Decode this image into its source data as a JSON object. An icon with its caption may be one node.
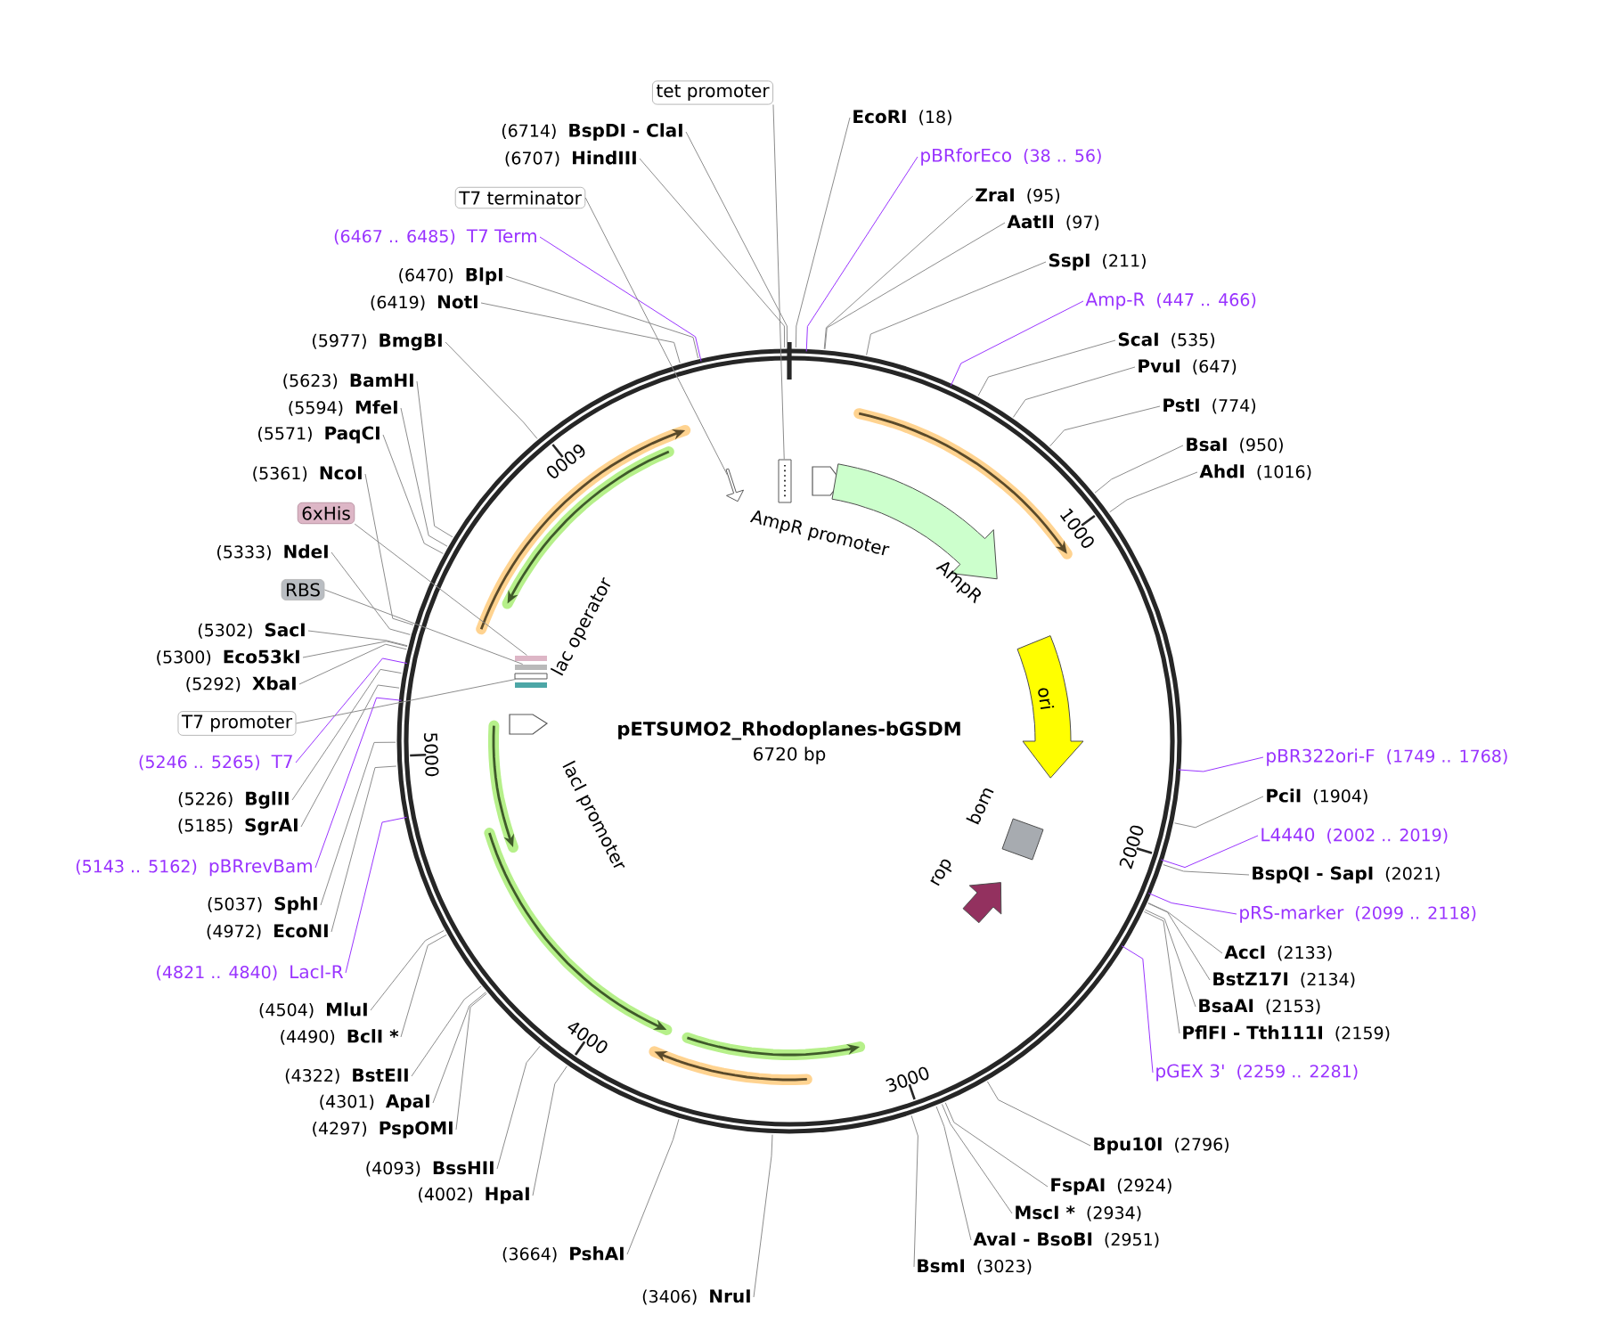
{
  "diagram": {
    "title": "pETSUMO2_Rhodoplanes-bGSDM",
    "caption": "6720 bp",
    "nodes": [
      {
        "text": [
          "tet promoter"
        ]
      },
      {
        "text": [
          "EcoRI",
          "(18)"
        ]
      },
      {
        "text": [
          "pBRforEco",
          "(38 .. 56)"
        ]
      },
      {
        "text": [
          "ZraI",
          "(95)"
        ]
      },
      {
        "text": [
          "AatII",
          "(97)"
        ]
      },
      {
        "text": [
          "SspI",
          "(211)"
        ]
      },
      {
        "text": [
          "Amp-R",
          "(447 .. 466)"
        ]
      },
      {
        "text": [
          "ScaI",
          "(535)"
        ]
      },
      {
        "text": [
          "PvuI",
          "(647)"
        ]
      },
      {
        "text": [
          "PstI",
          "(774)"
        ]
      },
      {
        "text": [
          "BsaI",
          "(950)"
        ]
      },
      {
        "text": [
          "AhdI",
          "(1016)"
        ]
      },
      {
        "text": [
          "pBR322ori-F",
          "(1749 .. 1768)"
        ]
      },
      {
        "text": [
          "PciI",
          "(1904)"
        ]
      },
      {
        "text": [
          "L4440",
          "(2002 .. 2019)"
        ]
      },
      {
        "text": [
          "BspQI - SapI",
          "(2021)"
        ]
      },
      {
        "text": [
          "pRS-marker",
          "(2099 .. 2118)"
        ]
      },
      {
        "text": [
          "AccI",
          "(2133)"
        ]
      },
      {
        "text": [
          "BstZ17I",
          "(2134)"
        ]
      },
      {
        "text": [
          "BsaAI",
          "(2153)"
        ]
      },
      {
        "text": [
          "PflFI - Tth111I",
          "(2159)"
        ]
      },
      {
        "text": [
          "pGEX 3'",
          "(2259 .. 2281)"
        ]
      },
      {
        "text": [
          "Bpu10I",
          "(2796)"
        ]
      },
      {
        "text": [
          "FspAI",
          "(2924)"
        ]
      },
      {
        "text": [
          "MscI *",
          "(2934)"
        ]
      },
      {
        "text": [
          "AvaI - BsoBI",
          "(2951)"
        ]
      },
      {
        "text": [
          "BsmI",
          "(3023)"
        ]
      },
      {
        "text": [
          "(3406)",
          "NruI"
        ]
      },
      {
        "text": [
          "(3664)",
          "PshAI"
        ]
      },
      {
        "text": [
          "(4002)",
          "HpaI"
        ]
      },
      {
        "text": [
          "(4093)",
          "BssHII"
        ]
      },
      {
        "text": [
          "(4297)",
          "PspOMI"
        ]
      },
      {
        "text": [
          "(4301)",
          "ApaI"
        ]
      },
      {
        "text": [
          "(4322)",
          "BstEII"
        ]
      },
      {
        "text": [
          "(4490)",
          "BclI *"
        ]
      },
      {
        "text": [
          "(4504)",
          "MluI"
        ]
      },
      {
        "text": [
          "(4821 .. 4840)",
          "LacI-R"
        ]
      },
      {
        "text": [
          "(4972)",
          "EcoNI"
        ]
      },
      {
        "text": [
          "(5037)",
          "SphI"
        ]
      },
      {
        "text": [
          "(5143 .. 5162)",
          "pBRrevBam"
        ]
      },
      {
        "text": [
          "(5185)",
          "SgrAI"
        ]
      },
      {
        "text": [
          "(5226)",
          "BglII"
        ]
      },
      {
        "text": [
          "(5246 .. 5265)",
          "T7"
        ]
      },
      {
        "text": [
          "T7 promoter"
        ]
      },
      {
        "text": [
          "(5292)",
          "XbaI"
        ]
      },
      {
        "text": [
          "(5300)",
          "Eco53kI"
        ]
      },
      {
        "text": [
          "(5302)",
          "SacI"
        ]
      },
      {
        "text": [
          "RBS"
        ]
      },
      {
        "text": [
          "(5333)",
          "NdeI"
        ]
      },
      {
        "text": [
          "6xHis"
        ]
      },
      {
        "text": [
          "(5361)",
          "NcoI"
        ]
      },
      {
        "text": [
          "(5571)",
          "PaqCI"
        ]
      },
      {
        "text": [
          "(5594)",
          "MfeI"
        ]
      },
      {
        "text": [
          "(5623)",
          "BamHI"
        ]
      },
      {
        "text": [
          "(5977)",
          "BmgBI"
        ]
      },
      {
        "text": [
          "(6419)",
          "NotI"
        ]
      },
      {
        "text": [
          "(6470)",
          "BlpI"
        ]
      },
      {
        "text": [
          "(6467 .. 6485)",
          "T7 Term"
        ]
      },
      {
        "text": [
          "T7 terminator"
        ]
      },
      {
        "text": [
          "(6707)",
          "HindIII"
        ]
      },
      {
        "text": [
          "(6714)",
          "BspDI - ClaI"
        ]
      },
      {
        "text": [],
        "shape": "circle"
      },
      {
        "text": [
          "AmpR promoter"
        ],
        "in": 61
      },
      {
        "text": [
          "AmpR"
        ],
        "in": 61
      },
      {
        "text": [
          "ori"
        ],
        "in": 61
      },
      {
        "text": [
          "bom"
        ],
        "in": 61
      },
      {
        "text": [
          "rop"
        ],
        "in": 61
      },
      {
        "text": [
          "lac operator"
        ],
        "in": 61
      },
      {
        "text": [
          "lacI promoter"
        ],
        "in": 61
      },
      {
        "text": [],
        "shape": "arrow",
        "in": 61
      },
      {
        "text": [],
        "shape": "box",
        "in": 61
      },
      {
        "text": [],
        "shape": "bar",
        "in": 61
      },
      {
        "text": [],
        "shape": "bar",
        "in": 61
      },
      {
        "text": [],
        "shape": "bar",
        "in": 61
      }
    ],
    "edges": [
      {
        "from": 0,
        "to": 70,
        "arrow": "none"
      },
      {
        "from": 1,
        "to": 61,
        "arrow": "none"
      },
      {
        "from": 2,
        "to": 61,
        "arrow": "none",
        "color": "#9933ff"
      },
      {
        "from": 3,
        "to": 61,
        "arrow": "none"
      },
      {
        "from": 4,
        "to": 61,
        "arrow": "none"
      },
      {
        "from": 5,
        "to": 61,
        "arrow": "none"
      },
      {
        "from": 6,
        "to": 61,
        "arrow": "none",
        "color": "#9933ff"
      },
      {
        "from": 7,
        "to": 61,
        "arrow": "none"
      },
      {
        "from": 8,
        "to": 61,
        "arrow": "none"
      },
      {
        "from": 9,
        "to": 61,
        "arrow": "none"
      },
      {
        "from": 10,
        "to": 61,
        "arrow": "none"
      },
      {
        "from": 11,
        "to": 61,
        "arrow": "none"
      },
      {
        "from": 12,
        "to": 61,
        "arrow": "none",
        "color": "#9933ff"
      },
      {
        "from": 13,
        "to": 61,
        "arrow": "none"
      },
      {
        "from": 14,
        "to": 61,
        "arrow": "none",
        "color": "#9933ff"
      },
      {
        "from": 15,
        "to": 61,
        "arrow": "none"
      },
      {
        "from": 16,
        "to": 61,
        "arrow": "none",
        "color": "#9933ff"
      },
      {
        "from": 17,
        "to": 61,
        "arrow": "none"
      },
      {
        "from": 18,
        "to": 61,
        "arrow": "none"
      },
      {
        "from": 19,
        "to": 61,
        "arrow": "none"
      },
      {
        "from": 20,
        "to": 61,
        "arrow": "none"
      },
      {
        "from": 21,
        "to": 61,
        "arrow": "none",
        "color": "#9933ff"
      },
      {
        "from": 22,
        "to": 61,
        "arrow": "none"
      },
      {
        "from": 23,
        "to": 61,
        "arrow": "none"
      },
      {
        "from": 24,
        "to": 61,
        "arrow": "none"
      },
      {
        "from": 25,
        "to": 61,
        "arrow": "none"
      },
      {
        "from": 26,
        "to": 61,
        "arrow": "none"
      },
      {
        "from": 27,
        "to": 61,
        "arrow": "none"
      },
      {
        "from": 28,
        "to": 61,
        "arrow": "none"
      },
      {
        "from": 29,
        "to": 61,
        "arrow": "none"
      },
      {
        "from": 30,
        "to": 61,
        "arrow": "none"
      },
      {
        "from": 31,
        "to": 61,
        "arrow": "none"
      },
      {
        "from": 32,
        "to": 61,
        "arrow": "none"
      },
      {
        "from": 33,
        "to": 61,
        "arrow": "none"
      },
      {
        "from": 34,
        "to": 61,
        "arrow": "none"
      },
      {
        "from": 35,
        "to": 61,
        "arrow": "none"
      },
      {
        "from": 36,
        "to": 61,
        "arrow": "none",
        "color": "#9933ff"
      },
      {
        "from": 37,
        "to": 61,
        "arrow": "none"
      },
      {
        "from": 38,
        "to": 61,
        "arrow": "none"
      },
      {
        "from": 39,
        "to": 61,
        "arrow": "none",
        "color": "#9933ff"
      },
      {
        "from": 40,
        "to": 61,
        "arrow": "none"
      },
      {
        "from": 41,
        "to": 61,
        "arrow": "none"
      },
      {
        "from": 42,
        "to": 61,
        "arrow": "none",
        "color": "#9933ff"
      },
      {
        "from": 43,
        "to": 73,
        "arrow": "none"
      },
      {
        "from": 44,
        "to": 61,
        "arrow": "none"
      },
      {
        "from": 45,
        "to": 61,
        "arrow": "none"
      },
      {
        "from": 46,
        "to": 61,
        "arrow": "none"
      },
      {
        "from": 47,
        "to": 72,
        "arrow": "none"
      },
      {
        "from": 48,
        "to": 61,
        "arrow": "none"
      },
      {
        "from": 49,
        "to": 71,
        "arrow": "none"
      },
      {
        "from": 50,
        "to": 61,
        "arrow": "none"
      },
      {
        "from": 51,
        "to": 61,
        "arrow": "none"
      },
      {
        "from": 52,
        "to": 61,
        "arrow": "none"
      },
      {
        "from": 53,
        "to": 61,
        "arrow": "none"
      },
      {
        "from": 54,
        "to": 61,
        "arrow": "none"
      },
      {
        "from": 55,
        "to": 61,
        "arrow": "none"
      },
      {
        "from": 56,
        "to": 61,
        "arrow": "none"
      },
      {
        "from": 57,
        "to": 61,
        "arrow": "none",
        "color": "#9933ff"
      },
      {
        "from": 58,
        "to": 69,
        "arrow": "none"
      },
      {
        "from": 59,
        "to": 61,
        "arrow": "none"
      },
      {
        "from": 60,
        "to": 61,
        "arrow": "none"
      }
    ],
    "labels": [
      "1000",
      "2000",
      "3000",
      "4000",
      "5000",
      "6000"
    ]
  }
}
